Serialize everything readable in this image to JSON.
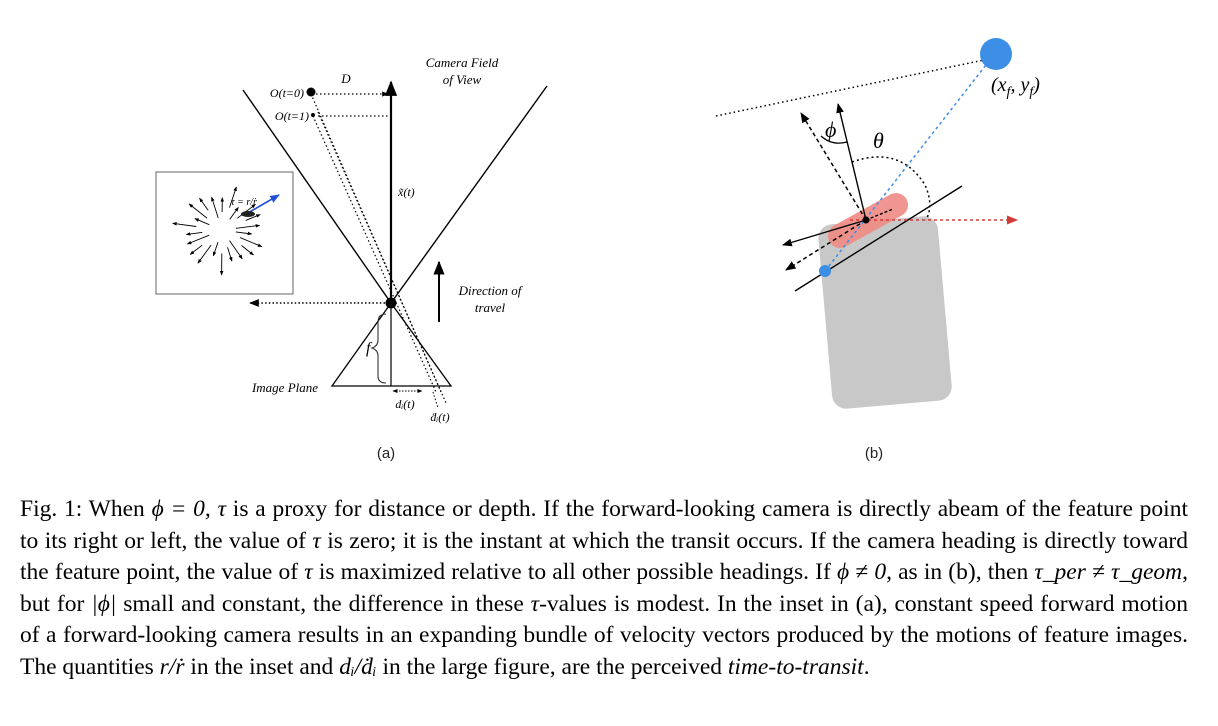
{
  "figure_a": {
    "label": "(a)",
    "camera_fov": [
      "Camera Field",
      "of View"
    ],
    "d_label": "D",
    "o_t0": "O(t=0)",
    "o_t1": "O(t=1)",
    "x_t": "x̃(t)",
    "direction": [
      "Direction of",
      "travel"
    ],
    "f_label": "f",
    "image_plane": "Image Plane",
    "di_t": "dᵢ(t)",
    "di_dot_t": "ḋᵢ(t)",
    "inset_tau": "τ = r/ṙ"
  },
  "figure_b": {
    "label": "(b)",
    "phi": "ϕ",
    "theta": "θ",
    "point": "(x_f, y_f)",
    "colors": {
      "feature": "#3d8fe6",
      "vehicle": "#c8c8c8",
      "cam": "#f08a84",
      "arrow_red": "#d33b3b"
    }
  },
  "caption": {
    "s1": "Fig. 1: When ",
    "s2": "ϕ = 0, τ",
    "s3": " is a proxy for distance or depth. If the forward-looking camera is directly abeam of the feature point to its right or left, the value of ",
    "s4": "τ",
    "s5": " is zero; it is the instant at which the transit occurs. If the camera heading is directly toward the feature point, the value of ",
    "s6": "τ",
    "s7": " is maximized relative to all other possible headings. If ",
    "s8": "ϕ ≠ 0",
    "s9": ", as in (b), then ",
    "s10": "τ_per ≠ τ_geom",
    "s11": ", but for ",
    "s12": "|ϕ|",
    "s13": " small and constant, the difference in these ",
    "s14": "τ",
    "s15": "-values is modest. In the inset in (a), constant speed forward motion of a forward-looking camera results in an expanding bundle of velocity vectors produced by the motions of feature images. The quantities ",
    "s16": "r/ṙ",
    "s17": " in the inset and ",
    "s18": "dᵢ/ḋᵢ",
    "s19": " in the large figure, are the perceived ",
    "s20": "time-to-transit",
    "s21": "."
  }
}
